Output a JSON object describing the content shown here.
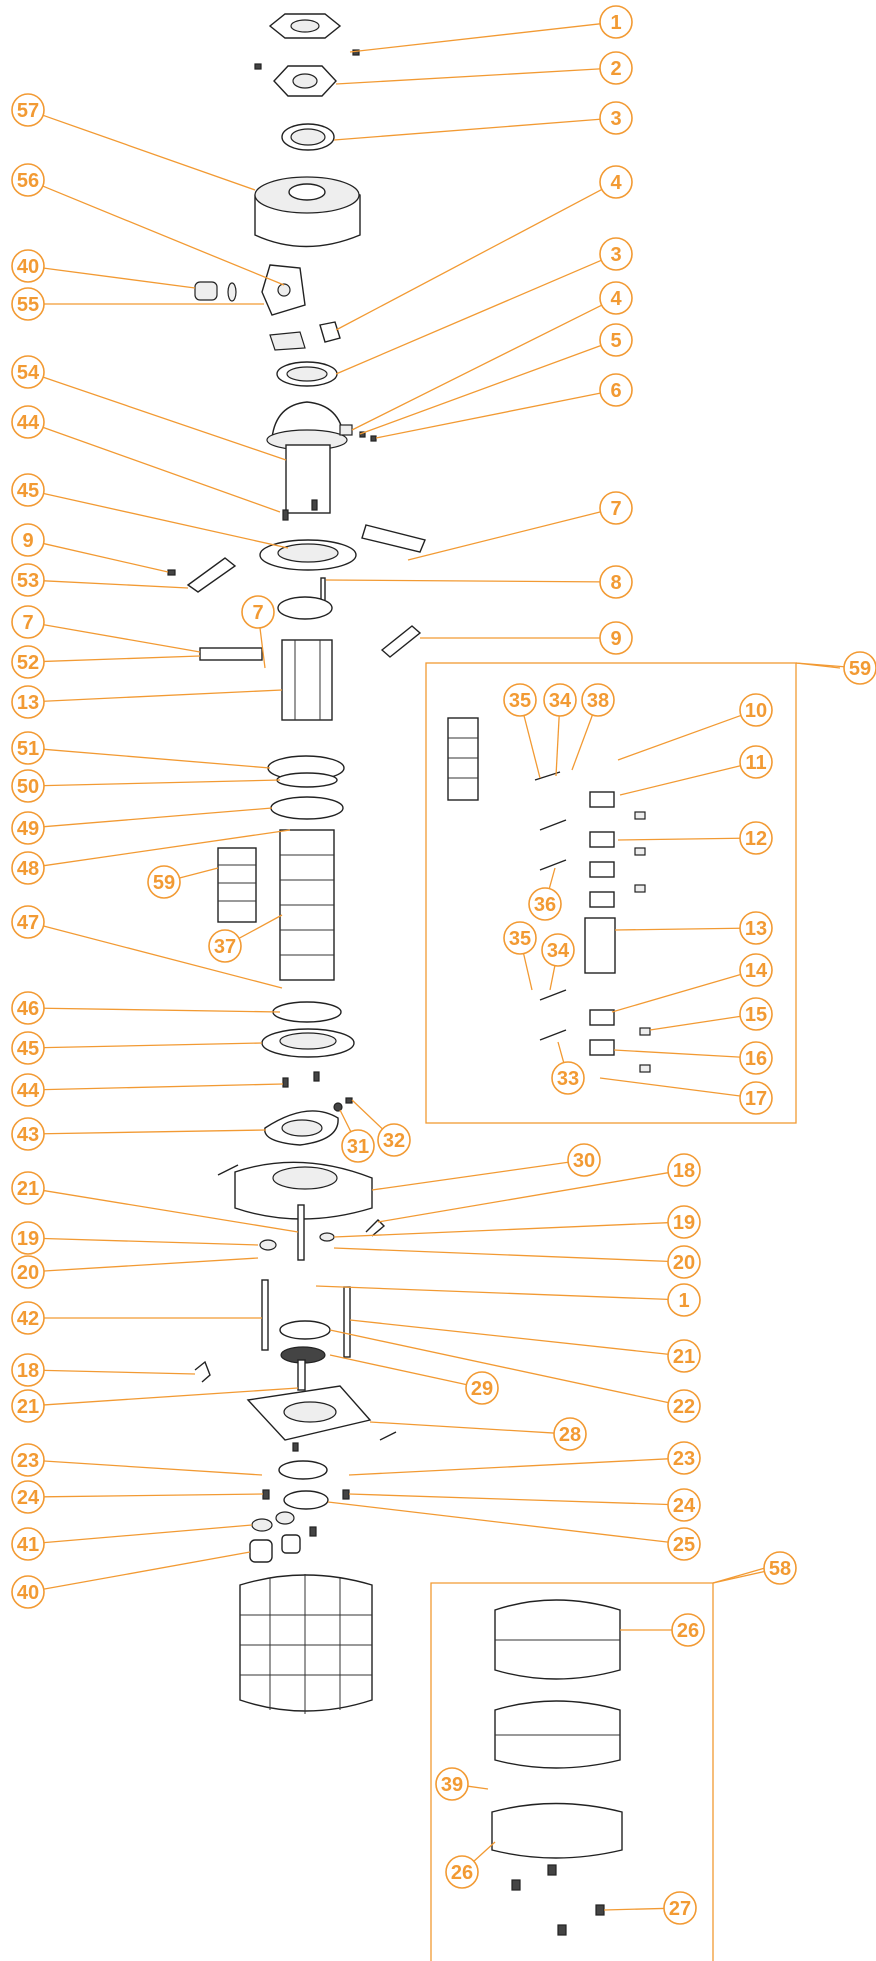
{
  "colors": {
    "accent": "#f29a33",
    "line": "#222222",
    "background": "#ffffff"
  },
  "callouts": [
    {
      "label": "1"
    },
    {
      "label": "2"
    },
    {
      "label": "3"
    },
    {
      "label": "57"
    },
    {
      "label": "56"
    },
    {
      "label": "4"
    },
    {
      "label": "3"
    },
    {
      "label": "40"
    },
    {
      "label": "55"
    },
    {
      "label": "4"
    },
    {
      "label": "5"
    },
    {
      "label": "54"
    },
    {
      "label": "6"
    },
    {
      "label": "44"
    },
    {
      "label": "45"
    },
    {
      "label": "7"
    },
    {
      "label": "9"
    },
    {
      "label": "53"
    },
    {
      "label": "8"
    },
    {
      "label": "7"
    },
    {
      "label": "7"
    },
    {
      "label": "9"
    },
    {
      "label": "52"
    },
    {
      "label": "59"
    },
    {
      "label": "13"
    },
    {
      "label": "35"
    },
    {
      "label": "34"
    },
    {
      "label": "38"
    },
    {
      "label": "10"
    },
    {
      "label": "51"
    },
    {
      "label": "11"
    },
    {
      "label": "50"
    },
    {
      "label": "49"
    },
    {
      "label": "12"
    },
    {
      "label": "48"
    },
    {
      "label": "59"
    },
    {
      "label": "36"
    },
    {
      "label": "13"
    },
    {
      "label": "47"
    },
    {
      "label": "37"
    },
    {
      "label": "35"
    },
    {
      "label": "34"
    },
    {
      "label": "14"
    },
    {
      "label": "15"
    },
    {
      "label": "46"
    },
    {
      "label": "45"
    },
    {
      "label": "16"
    },
    {
      "label": "33"
    },
    {
      "label": "44"
    },
    {
      "label": "17"
    },
    {
      "label": "32"
    },
    {
      "label": "43"
    },
    {
      "label": "31"
    },
    {
      "label": "30"
    },
    {
      "label": "18"
    },
    {
      "label": "21"
    },
    {
      "label": "19"
    },
    {
      "label": "19"
    },
    {
      "label": "20"
    },
    {
      "label": "20"
    },
    {
      "label": "1"
    },
    {
      "label": "42"
    },
    {
      "label": "21"
    },
    {
      "label": "18"
    },
    {
      "label": "29"
    },
    {
      "label": "22"
    },
    {
      "label": "21"
    },
    {
      "label": "28"
    },
    {
      "label": "23"
    },
    {
      "label": "23"
    },
    {
      "label": "24"
    },
    {
      "label": "24"
    },
    {
      "label": "41"
    },
    {
      "label": "25"
    },
    {
      "label": "40"
    },
    {
      "label": "58"
    },
    {
      "label": "26"
    },
    {
      "label": "39"
    },
    {
      "label": "26"
    },
    {
      "label": "27"
    }
  ]
}
